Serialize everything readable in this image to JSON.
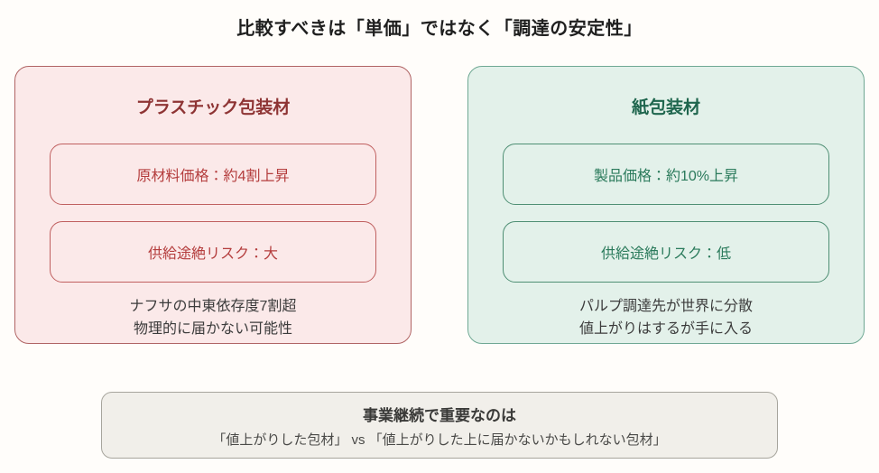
{
  "title": "比較すべきは「単価」ではなく「調達の安定性」",
  "cards": {
    "plastic": {
      "title": "プラスチック包装材",
      "items": [
        "原材料価格：約4割上昇",
        "供給途絶リスク：大"
      ],
      "note_line1": "ナフサの中東依存度7割超",
      "note_line2": "物理的に届かない可能性"
    },
    "paper": {
      "title": "紙包装材",
      "items": [
        "製品価格：約10%上昇",
        "供給途絶リスク：低"
      ],
      "note_line1": "パルプ調達先が世界に分散",
      "note_line2": "値上がりはするが手に入る"
    }
  },
  "conclusion": {
    "title": "事業継続で重要なのは",
    "subtitle": "「値上がりした包材」 vs 「値上がりした上に届かないかもしれない包材」"
  },
  "colors": {
    "plastic_bg": "#fbe9e9",
    "plastic_border": "#b06464",
    "plastic_title": "#8e3434",
    "plastic_accent": "#b43d3d",
    "paper_bg": "#e3f1ea",
    "paper_border": "#6fa893",
    "paper_title": "#1f664e",
    "paper_accent": "#2a7a5b",
    "conclusion_bg": "#f1efea",
    "conclusion_border": "#a7a59d",
    "text_dark": "#1f1f1f",
    "text_note": "#3c3c3c"
  }
}
